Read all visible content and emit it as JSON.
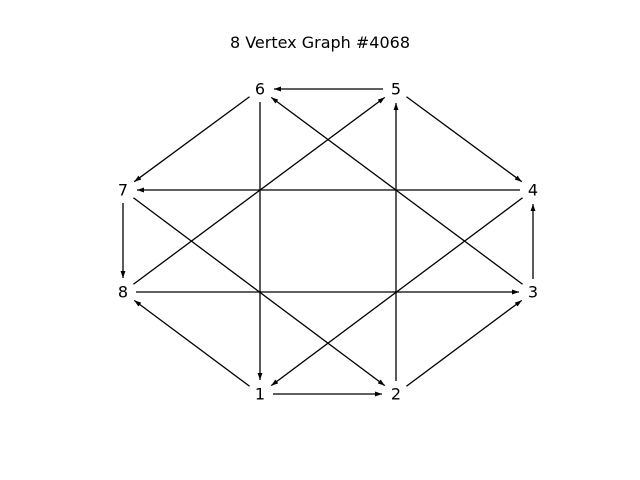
{
  "title": "8 Vertex Graph #4068",
  "nodes": [
    {
      "id": "1",
      "label": "1"
    },
    {
      "id": "2",
      "label": "2"
    },
    {
      "id": "3",
      "label": "3"
    },
    {
      "id": "4",
      "label": "4"
    },
    {
      "id": "5",
      "label": "5"
    },
    {
      "id": "6",
      "label": "6"
    },
    {
      "id": "7",
      "label": "7"
    },
    {
      "id": "8",
      "label": "8"
    }
  ],
  "edges": [
    {
      "from": "1",
      "to": "2"
    },
    {
      "from": "1",
      "to": "8"
    },
    {
      "from": "2",
      "to": "3"
    },
    {
      "from": "2",
      "to": "5"
    },
    {
      "from": "3",
      "to": "4"
    },
    {
      "from": "3",
      "to": "6"
    },
    {
      "from": "4",
      "to": "1"
    },
    {
      "from": "4",
      "to": "7"
    },
    {
      "from": "5",
      "to": "6"
    },
    {
      "from": "5",
      "to": "4"
    },
    {
      "from": "6",
      "to": "7"
    },
    {
      "from": "6",
      "to": "1"
    },
    {
      "from": "7",
      "to": "8"
    },
    {
      "from": "7",
      "to": "2"
    },
    {
      "from": "8",
      "to": "3"
    },
    {
      "from": "8",
      "to": "5"
    }
  ],
  "colors": {
    "edge": "#000000",
    "label": "#000000",
    "background": "#ffffff"
  }
}
